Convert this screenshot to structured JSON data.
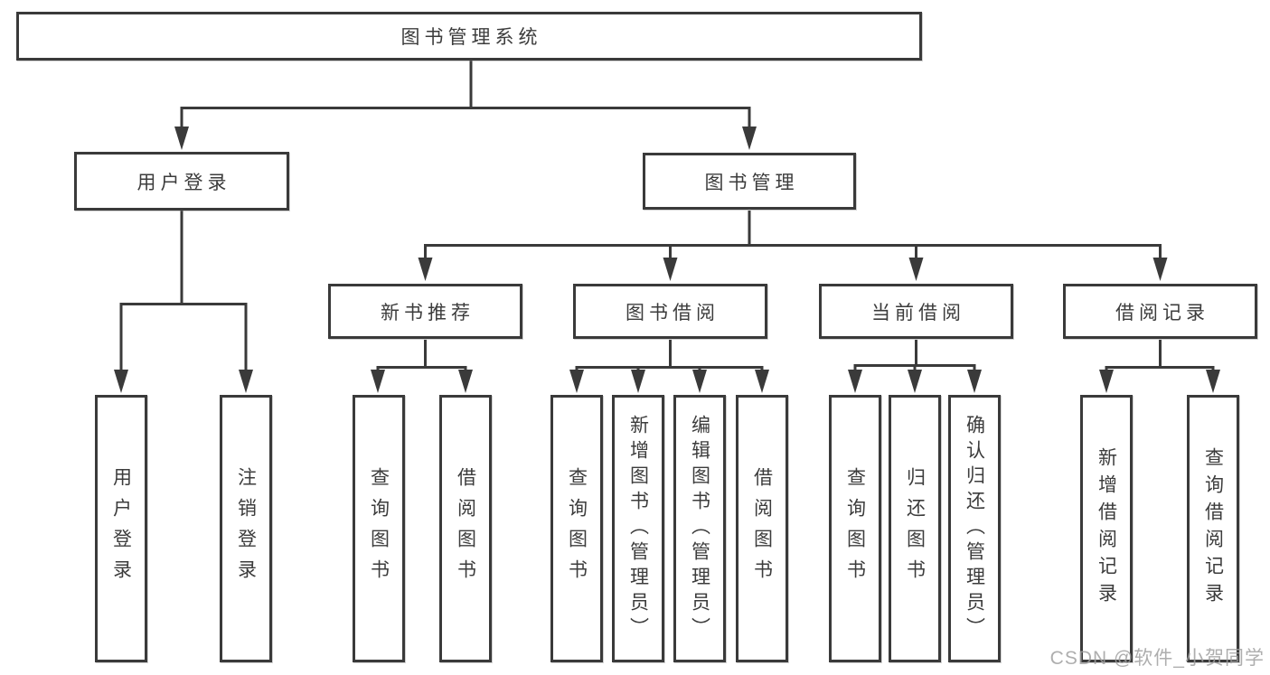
{
  "colors": {
    "background": "#ffffff",
    "line": "#3a3a3a",
    "box_border": "#3a3a3a",
    "text": "#3c3c3c",
    "watermark": "#a0a0a0"
  },
  "diagram": {
    "root": {
      "label": "图书管理系统"
    },
    "branches": [
      {
        "label": "用户登录",
        "children": [
          "用户登录",
          "注销登录"
        ]
      },
      {
        "label": "图书管理",
        "sections": [
          {
            "label": "新书推荐",
            "children": [
              "查询图书",
              "借阅图书"
            ]
          },
          {
            "label": "图书借阅",
            "children": [
              "查询图书",
              "新增图书（管理员）",
              "编辑图书（管理员）",
              "借阅图书"
            ]
          },
          {
            "label": "当前借阅",
            "children": [
              "查询图书",
              "归还图书",
              "确认归还（管理员）"
            ]
          },
          {
            "label": "借阅记录",
            "children": [
              "新增借阅记录",
              "查询借阅记录"
            ]
          }
        ]
      }
    ]
  },
  "watermark": {
    "text": "CSDN @软件_小贺同学"
  }
}
